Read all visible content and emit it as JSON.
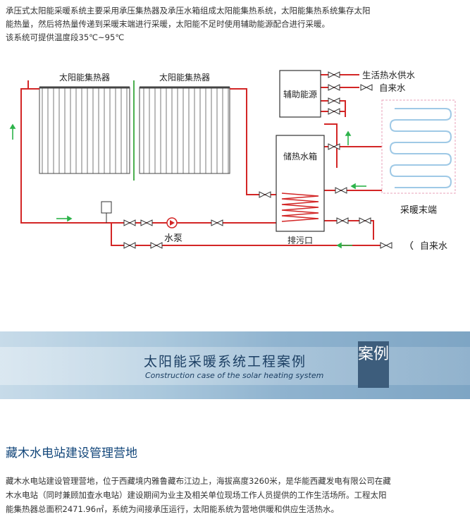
{
  "intro": {
    "line1": "承压式太阳能采暖系统主要采用承压集热器及承压水箱组成太阳能集热系统，太阳能集热系统集存太阳",
    "line2": "能热量，然后将热量传递到采暖末端进行采暖，太阳能不足时使用辅助能源配合进行采暖。",
    "line3": "该系统可提供温度段35℃~95℃"
  },
  "diagram": {
    "collector1": "太阳能集热器",
    "collector2": "太阳能集热器",
    "aux": "辅助能源",
    "tank": "储热水箱",
    "pump": "水泵",
    "drain": "排污口",
    "hot_supply": "生活热水供水",
    "tap_top": "自来水",
    "tap_bottom": "自来水",
    "heating_end": "采暖末端"
  },
  "colors": {
    "pipe": "#d32626",
    "flow_arrow": "#2db34a",
    "frame": "#333333",
    "case_title": "#12467a"
  },
  "banner": {
    "title_cn": "太阳能采暖系统工程案例",
    "title_en": "Construction case of the solar heating system",
    "tag": "案例"
  },
  "case": {
    "title": "藏木水电站建设管理营地",
    "desc_line1": "藏木水电站建设管理营地，位于西藏境内雅鲁藏布江边上，海拔高度3260米，是华能西藏发电有限公司在藏",
    "desc_line2": "木水电站（同时兼顾加查水电站）建设期间为业主及相关单位现场工作人员提供的工作生活场所。工程太阳",
    "desc_line3": "能集热器总面积2471.96㎡，系统为间接承压运行，太阳能系统为营地供暖和供应生活热水。"
  }
}
